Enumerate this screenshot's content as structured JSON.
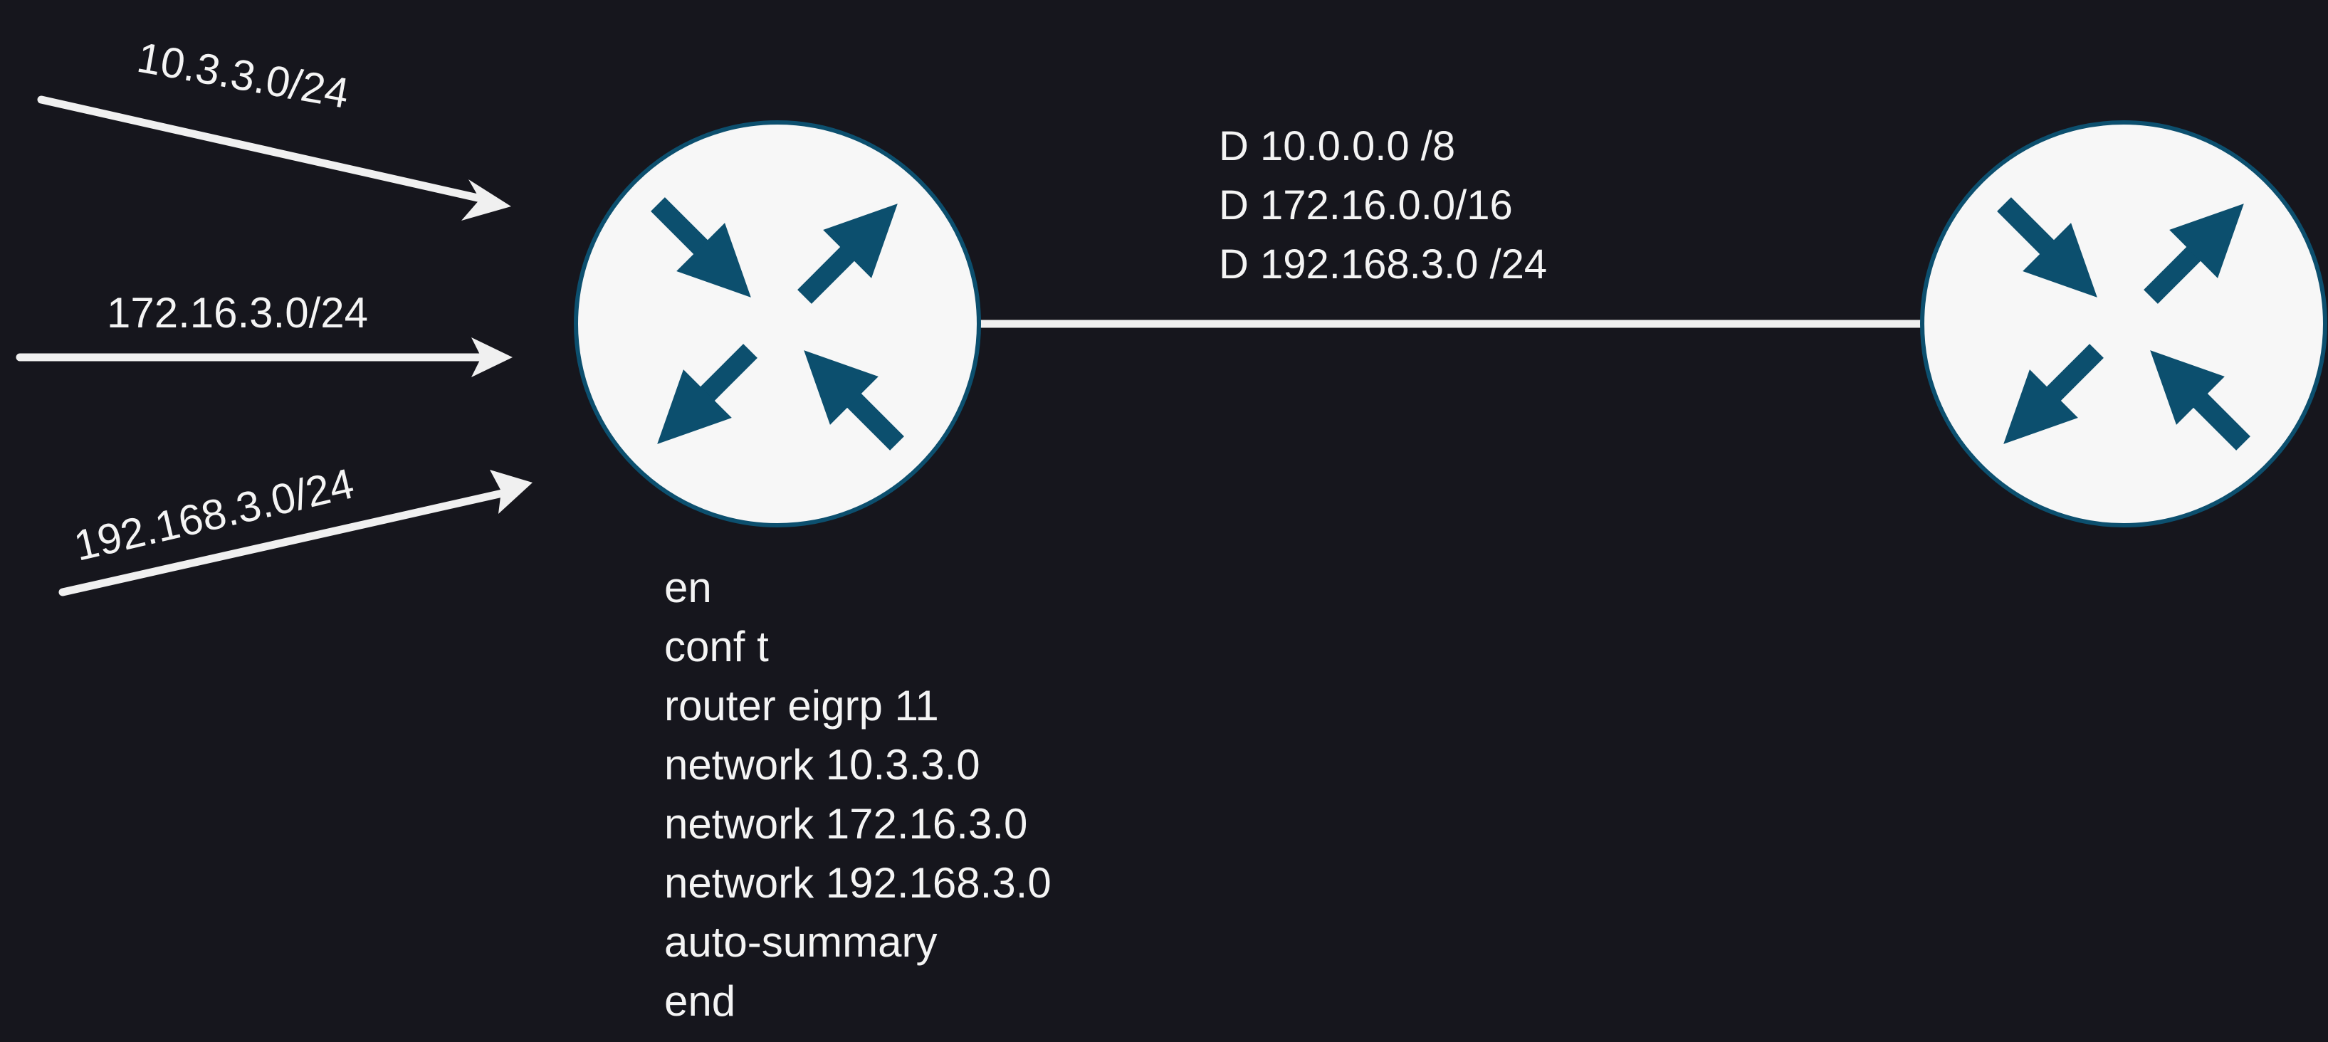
{
  "colors": {
    "background": "#16161d",
    "router_fill": "#f7f7f7",
    "router_ring": "#0c4f6e",
    "router_arrows": "#0c4f6e",
    "lines": "#f0f0f0",
    "text": "#f4f4f4"
  },
  "icons": {
    "router": "router-icon"
  },
  "networks": [
    {
      "label": "10.3.3.0/24"
    },
    {
      "label": "172.16.3.0/24"
    },
    {
      "label": "192.168.3.0/24"
    }
  ],
  "routes": [
    "D 10.0.0.0 /8",
    "D 172.16.0.0/16",
    "D 192.168.3.0 /24"
  ],
  "commands": [
    "en",
    "conf t",
    "router eigrp 11",
    "network 10.3.3.0",
    "network 172.16.3.0",
    "network 192.168.3.0",
    "auto-summary",
    "end"
  ]
}
